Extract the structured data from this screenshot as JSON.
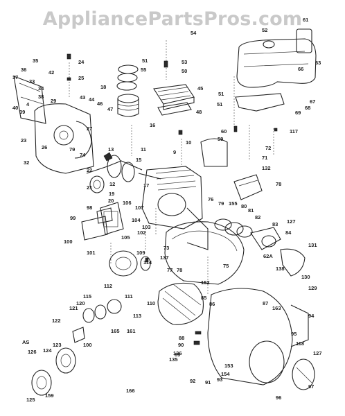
{
  "watermark": "AppliancePartsPros.com",
  "part_labels": [
    "54",
    "61",
    "53",
    "51",
    "55",
    "50",
    "24",
    "25",
    "35",
    "36",
    "37",
    "33",
    "42",
    "34",
    "38",
    "29",
    "45",
    "52",
    "63",
    "66",
    "39",
    "40",
    "4",
    "43",
    "44",
    "46",
    "47",
    "18",
    "51",
    "51",
    "68",
    "67",
    "69",
    "23",
    "26",
    "27",
    "32",
    "79",
    "74",
    "16",
    "117",
    "48",
    "72",
    "10",
    "59",
    "60",
    "71",
    "9",
    "11",
    "22",
    "15",
    "13",
    "17",
    "21",
    "12",
    "19",
    "20",
    "106",
    "107",
    "104",
    "103",
    "105",
    "102",
    "100",
    "101",
    "99",
    "98",
    "132",
    "78",
    "76",
    "79",
    "155",
    "80",
    "81",
    "82",
    "83",
    "127",
    "84",
    "131",
    "62A",
    "138",
    "129",
    "130",
    "109",
    "114",
    "73",
    "75",
    "77",
    "78",
    "137",
    "112",
    "110",
    "111",
    "152",
    "115",
    "120",
    "121",
    "113",
    "165",
    "161",
    "86",
    "85",
    "87",
    "163",
    "122",
    "100",
    "89",
    "88",
    "90",
    "136",
    "135",
    "92",
    "91",
    "93",
    "154",
    "153",
    "96",
    "97",
    "127",
    "94",
    "95",
    "118",
    "126",
    "124",
    "123",
    "AS",
    "125",
    "159",
    "166"
  ],
  "icons": [
    "engine-block-icon",
    "fuel-tank-icon",
    "cylinder-head-icon",
    "piston-rings-icon",
    "flywheel-icon",
    "blower-housing-icon",
    "crankshaft-icon",
    "carburetor-icon",
    "starter-icon",
    "muffler-icon"
  ]
}
